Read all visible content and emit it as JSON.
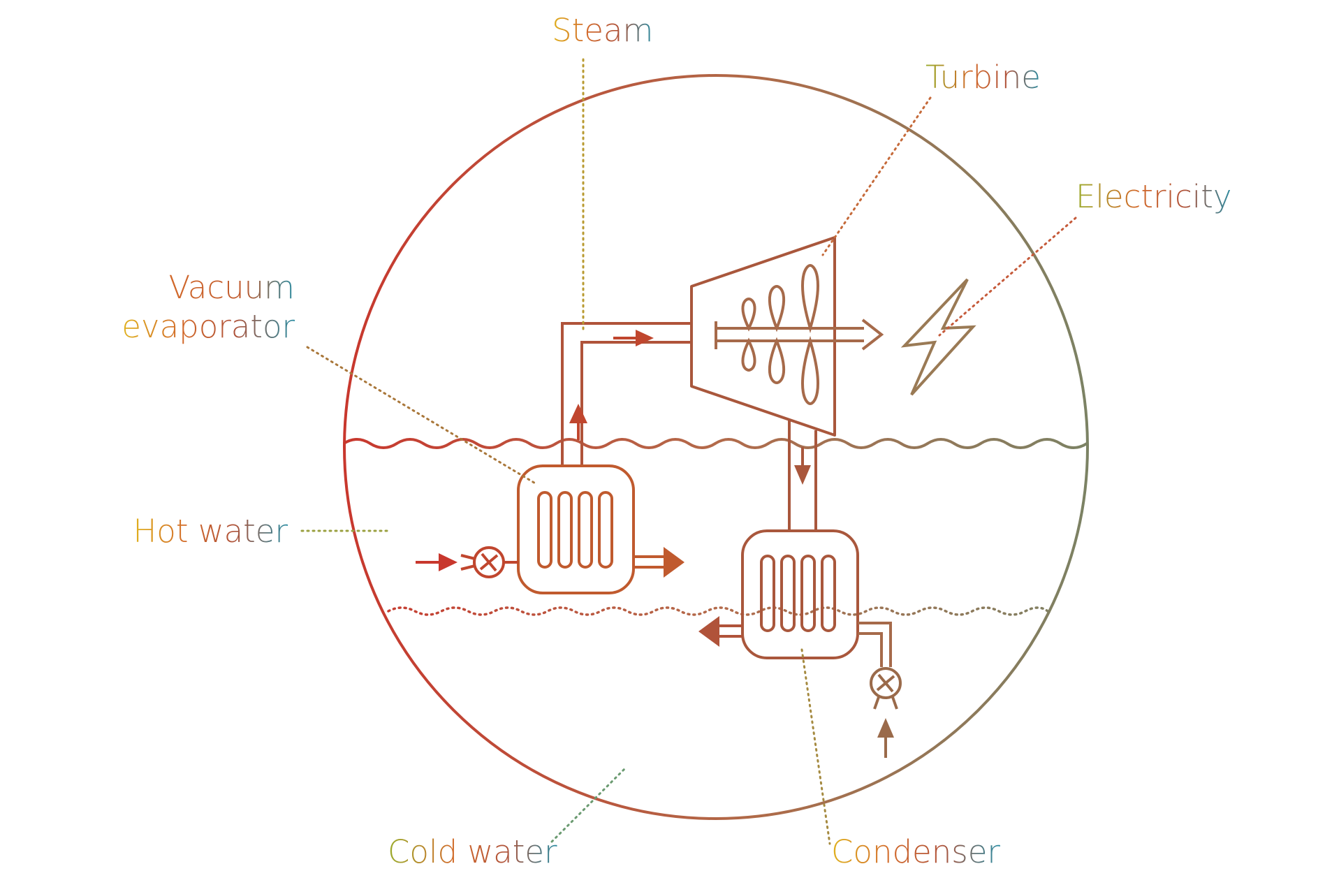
{
  "labels": {
    "steam": "Steam",
    "turbine": "Turbine",
    "electricity": "Electricity",
    "vacuum_evaporator_line1": "Vacuum",
    "vacuum_evaporator_line2": "evaporator",
    "hot_water": "Hot water",
    "cold_water": "Cold water",
    "condenser": "Condenser"
  },
  "colors": {
    "red": "#c8372d",
    "orange": "#d2692a",
    "rust": "#b0533a",
    "brown": "#a66a4a",
    "olive": "#7b8264",
    "yellow": "#e0b21f",
    "lime": "#9bac2d",
    "teal": "#2a8ca2"
  },
  "icons": [
    "pump-icon",
    "lightning-icon",
    "turbine-blades-icon",
    "arrow-icon"
  ]
}
